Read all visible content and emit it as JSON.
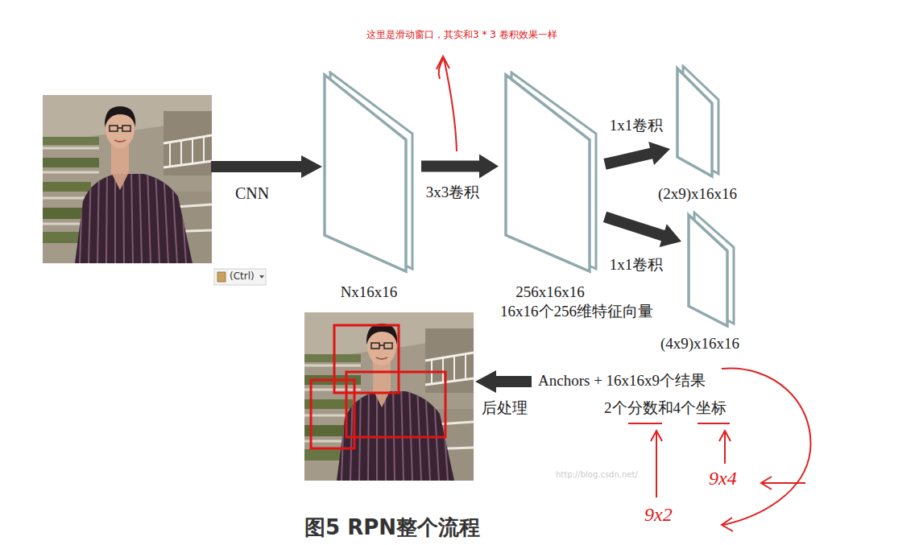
{
  "diagram": {
    "caption": "图5 RPN整个流程",
    "nodes": [
      {
        "text": [
          "Nx16x16"
        ]
      },
      {
        "text": [
          "256x16x16",
          "16x16个256维特征向量"
        ]
      },
      {
        "text": [
          "(2x9)x16x16"
        ]
      },
      {
        "text": [
          "(4x9)x16x16"
        ]
      }
    ],
    "edges": [
      {
        "from": 0,
        "to": 1,
        "arrow": "to",
        "label": "3x3卷积"
      },
      {
        "from": 1,
        "to": 2,
        "arrow": "to",
        "label": "1x1卷积"
      },
      {
        "from": 1,
        "to": 3,
        "arrow": "to",
        "label": "1x1卷积"
      }
    ],
    "labels": [
      "这里是滑动窗口，其实和3 * 3 卷积效果一样",
      "(Ctrl)",
      "CNN",
      "Anchors + 16x16x9个结果",
      "后处理",
      "2个分数和4个坐标",
      "http://blog.csdn.net/",
      "9x4",
      "9x2"
    ]
  }
}
